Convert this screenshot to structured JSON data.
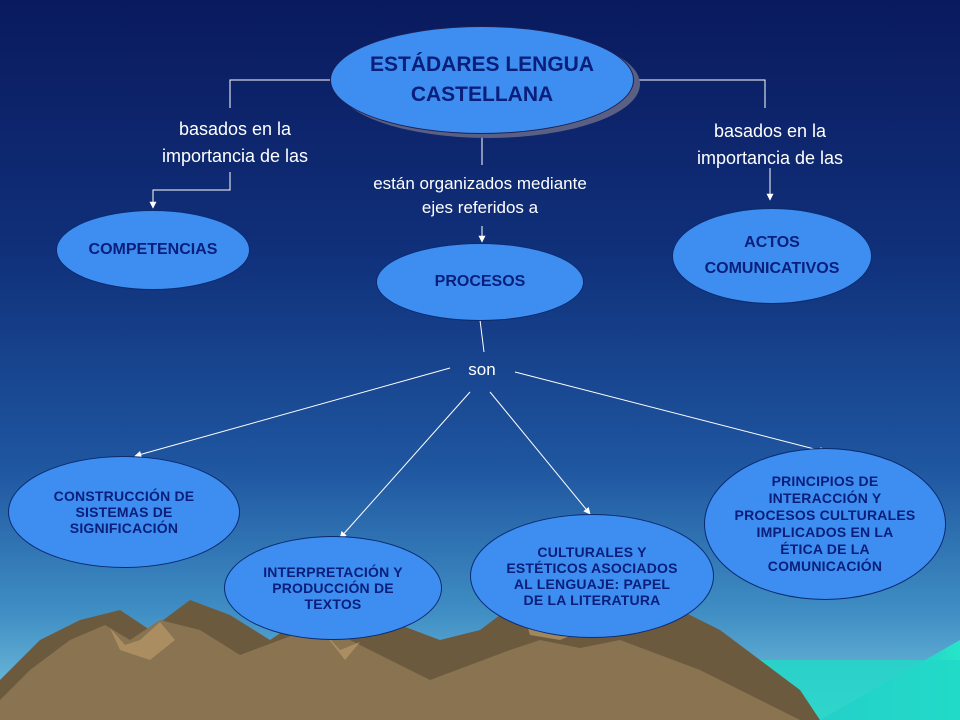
{
  "title": "ESTÁDARES LENGUA\nCASTELLANA",
  "links": {
    "left": "basados en la\nimportancia de las",
    "right": "basados en la\nimportancia de las",
    "center": "están organizados mediante\nejes referidos a",
    "son": "son"
  },
  "nodes": {
    "competencias": "COMPETENCIAS",
    "procesos": "PROCESOS",
    "actos": "ACTOS\nCOMUNICATIVOS",
    "construccion": "CONSTRUCCIÓN DE\nSISTEMAS DE\nSIGNIFICACIÓN",
    "interpretacion": "INTERPRETACIÓN Y\nPRODUCCIÓN DE\nTEXTOS",
    "culturales": "CULTURALES Y\nESTÉTICOS ASOCIADOS\nAL LENGUAJE: PAPEL\nDE LA LITERATURA",
    "principios": "PRINCIPIOS DE\nINTERACCIÓN Y\nPROCESOS CULTURALES\nIMPLICADOS EN LA\nÉTICA DE LA\nCOMUNICACIÓN"
  },
  "colors": {
    "node_fill": "#3d8ef0",
    "node_text": "#0a1e7a",
    "link_text": "#ffffff",
    "connector": "#ffffff"
  }
}
